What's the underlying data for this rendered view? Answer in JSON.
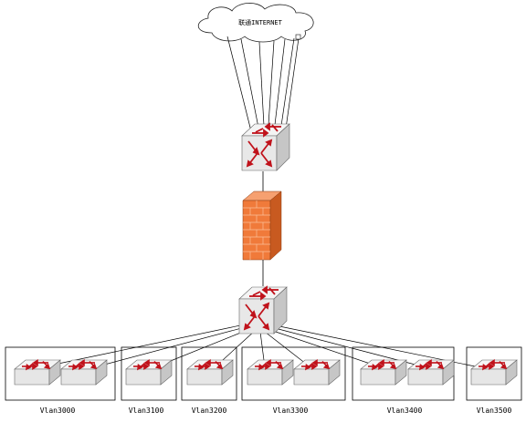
{
  "cloud": {
    "label": "联通INTERNET"
  },
  "devices": {
    "core_router": {
      "icon": "router-icon"
    },
    "firewall": {
      "icon": "firewall-icon"
    },
    "core_switch": {
      "icon": "layer3-switch-icon"
    },
    "access_switch": {
      "icon": "switch-icon"
    }
  },
  "vlans": [
    {
      "label": "Vlan3000",
      "switches": 2
    },
    {
      "label": "Vlan3100",
      "switches": 1
    },
    {
      "label": "Vlan3200",
      "switches": 1
    },
    {
      "label": "Vlan3300",
      "switches": 2
    },
    {
      "label": "Vlan3400",
      "switches": 2
    },
    {
      "label": "Vlan3500",
      "switches": 1
    }
  ],
  "colors": {
    "device_body": "#e8e8e8",
    "device_top": "#f4f4f4",
    "device_side": "#c8c8c8",
    "arrow": "#c0121b",
    "firewall_front": "#f07a3a",
    "firewall_side": "#c85a20",
    "firewall_top": "#f6a070",
    "line": "#000000"
  }
}
